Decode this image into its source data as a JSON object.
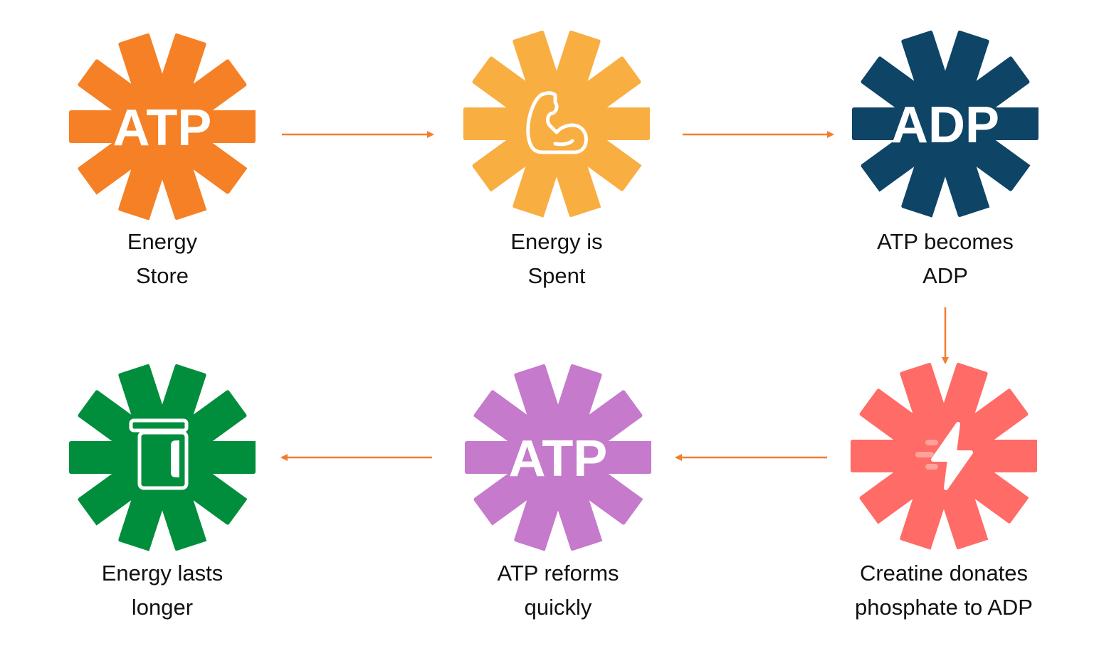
{
  "colors": {
    "arrow": "#F07F2D"
  },
  "nodes": [
    {
      "id": "energy-store",
      "badge": "ATP",
      "icon": null,
      "color": "#F58025",
      "label_lines": [
        "Energy",
        "Store"
      ]
    },
    {
      "id": "energy-spent",
      "badge": null,
      "icon": "flexed-bicep-icon",
      "color": "#F9AE42",
      "label_lines": [
        "Energy is",
        "Spent"
      ]
    },
    {
      "id": "atp-becomes-adp",
      "badge": "ADP",
      "icon": null,
      "color": "#0E4466",
      "label_lines": [
        "ATP becomes",
        "ADP"
      ]
    },
    {
      "id": "creatine-donates",
      "badge": null,
      "icon": "lightning-bolt-icon",
      "color": "#FF6B66",
      "label_lines": [
        "Creatine donates",
        "phosphate to ADP"
      ]
    },
    {
      "id": "atp-reforms",
      "badge": "ATP",
      "icon": null,
      "color": "#C57ACB",
      "label_lines": [
        "ATP reforms",
        "quickly"
      ]
    },
    {
      "id": "energy-lasts",
      "badge": null,
      "icon": "battery-icon",
      "color": "#008E3C",
      "label_lines": [
        "Energy lasts",
        "longer"
      ]
    }
  ]
}
